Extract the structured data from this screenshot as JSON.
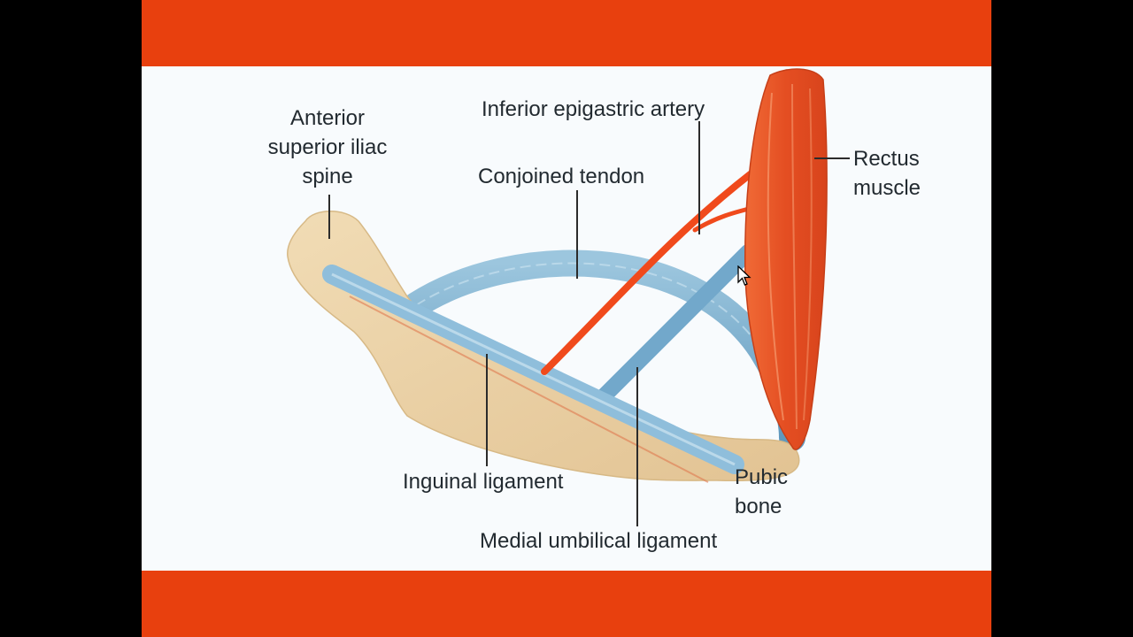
{
  "colors": {
    "side_background": "#000000",
    "banner": "#e8400e",
    "canvas": "#f8fbfd",
    "bone": "#ecd3a8",
    "ligament": "#7eb2d0",
    "artery": "#f04a1c",
    "muscle": "#e85a2a",
    "leader_line": "#2b2b2b",
    "label_text": "#222a30"
  },
  "labels": {
    "asis": [
      "Anterior",
      "superior iliac",
      "spine"
    ],
    "artery": "Inferior epigastric artery",
    "conjoined": "Conjoined tendon",
    "rectus": [
      "Rectus",
      "muscle"
    ],
    "inguinal": "Inguinal ligament",
    "pubic": [
      "Pubic",
      "bone"
    ],
    "medial": "Medial umbilical ligament"
  },
  "icons": {
    "cursor": "mouse-pointer-icon"
  }
}
